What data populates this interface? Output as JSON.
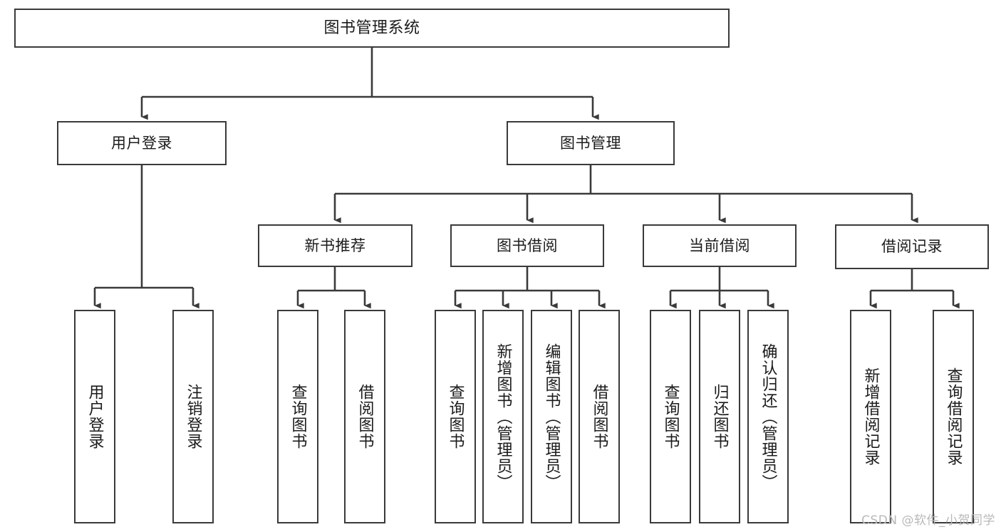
{
  "diagram": {
    "type": "tree",
    "title": "图书管理系统",
    "orientation": "top-down",
    "line_color": "#3a3a3a",
    "box_fill": "#ffffff",
    "box_border": "#3a3a3a",
    "text_color": "#1b1b1b"
  },
  "nodes": {
    "root": {
      "label": "图书管理系统"
    },
    "level1": [
      {
        "label": "用户登录"
      },
      {
        "label": "图书管理"
      }
    ],
    "level2": [
      {
        "label": "新书推荐"
      },
      {
        "label": "图书借阅"
      },
      {
        "label": "当前借阅"
      },
      {
        "label": "借阅记录"
      }
    ],
    "leaves": {
      "user_login": [
        {
          "label": "用户登录"
        },
        {
          "label": "注销登录"
        }
      ],
      "new_book": [
        {
          "label": "查询图书"
        },
        {
          "label": "借阅图书"
        }
      ],
      "book_borrow": [
        {
          "label": "查询图书"
        },
        {
          "label": "新增图书（管理员）"
        },
        {
          "label": "编辑图书（管理员）"
        },
        {
          "label": "借阅图书"
        }
      ],
      "current_borrow": [
        {
          "label": "查询图书"
        },
        {
          "label": "归还图书"
        },
        {
          "label": "确认归还（管理员）"
        }
      ],
      "borrow_record": [
        {
          "label": "新增借阅记录"
        },
        {
          "label": "查询借阅记录"
        }
      ]
    }
  },
  "watermark": {
    "text": "CSDN @软件_小贺同学"
  }
}
